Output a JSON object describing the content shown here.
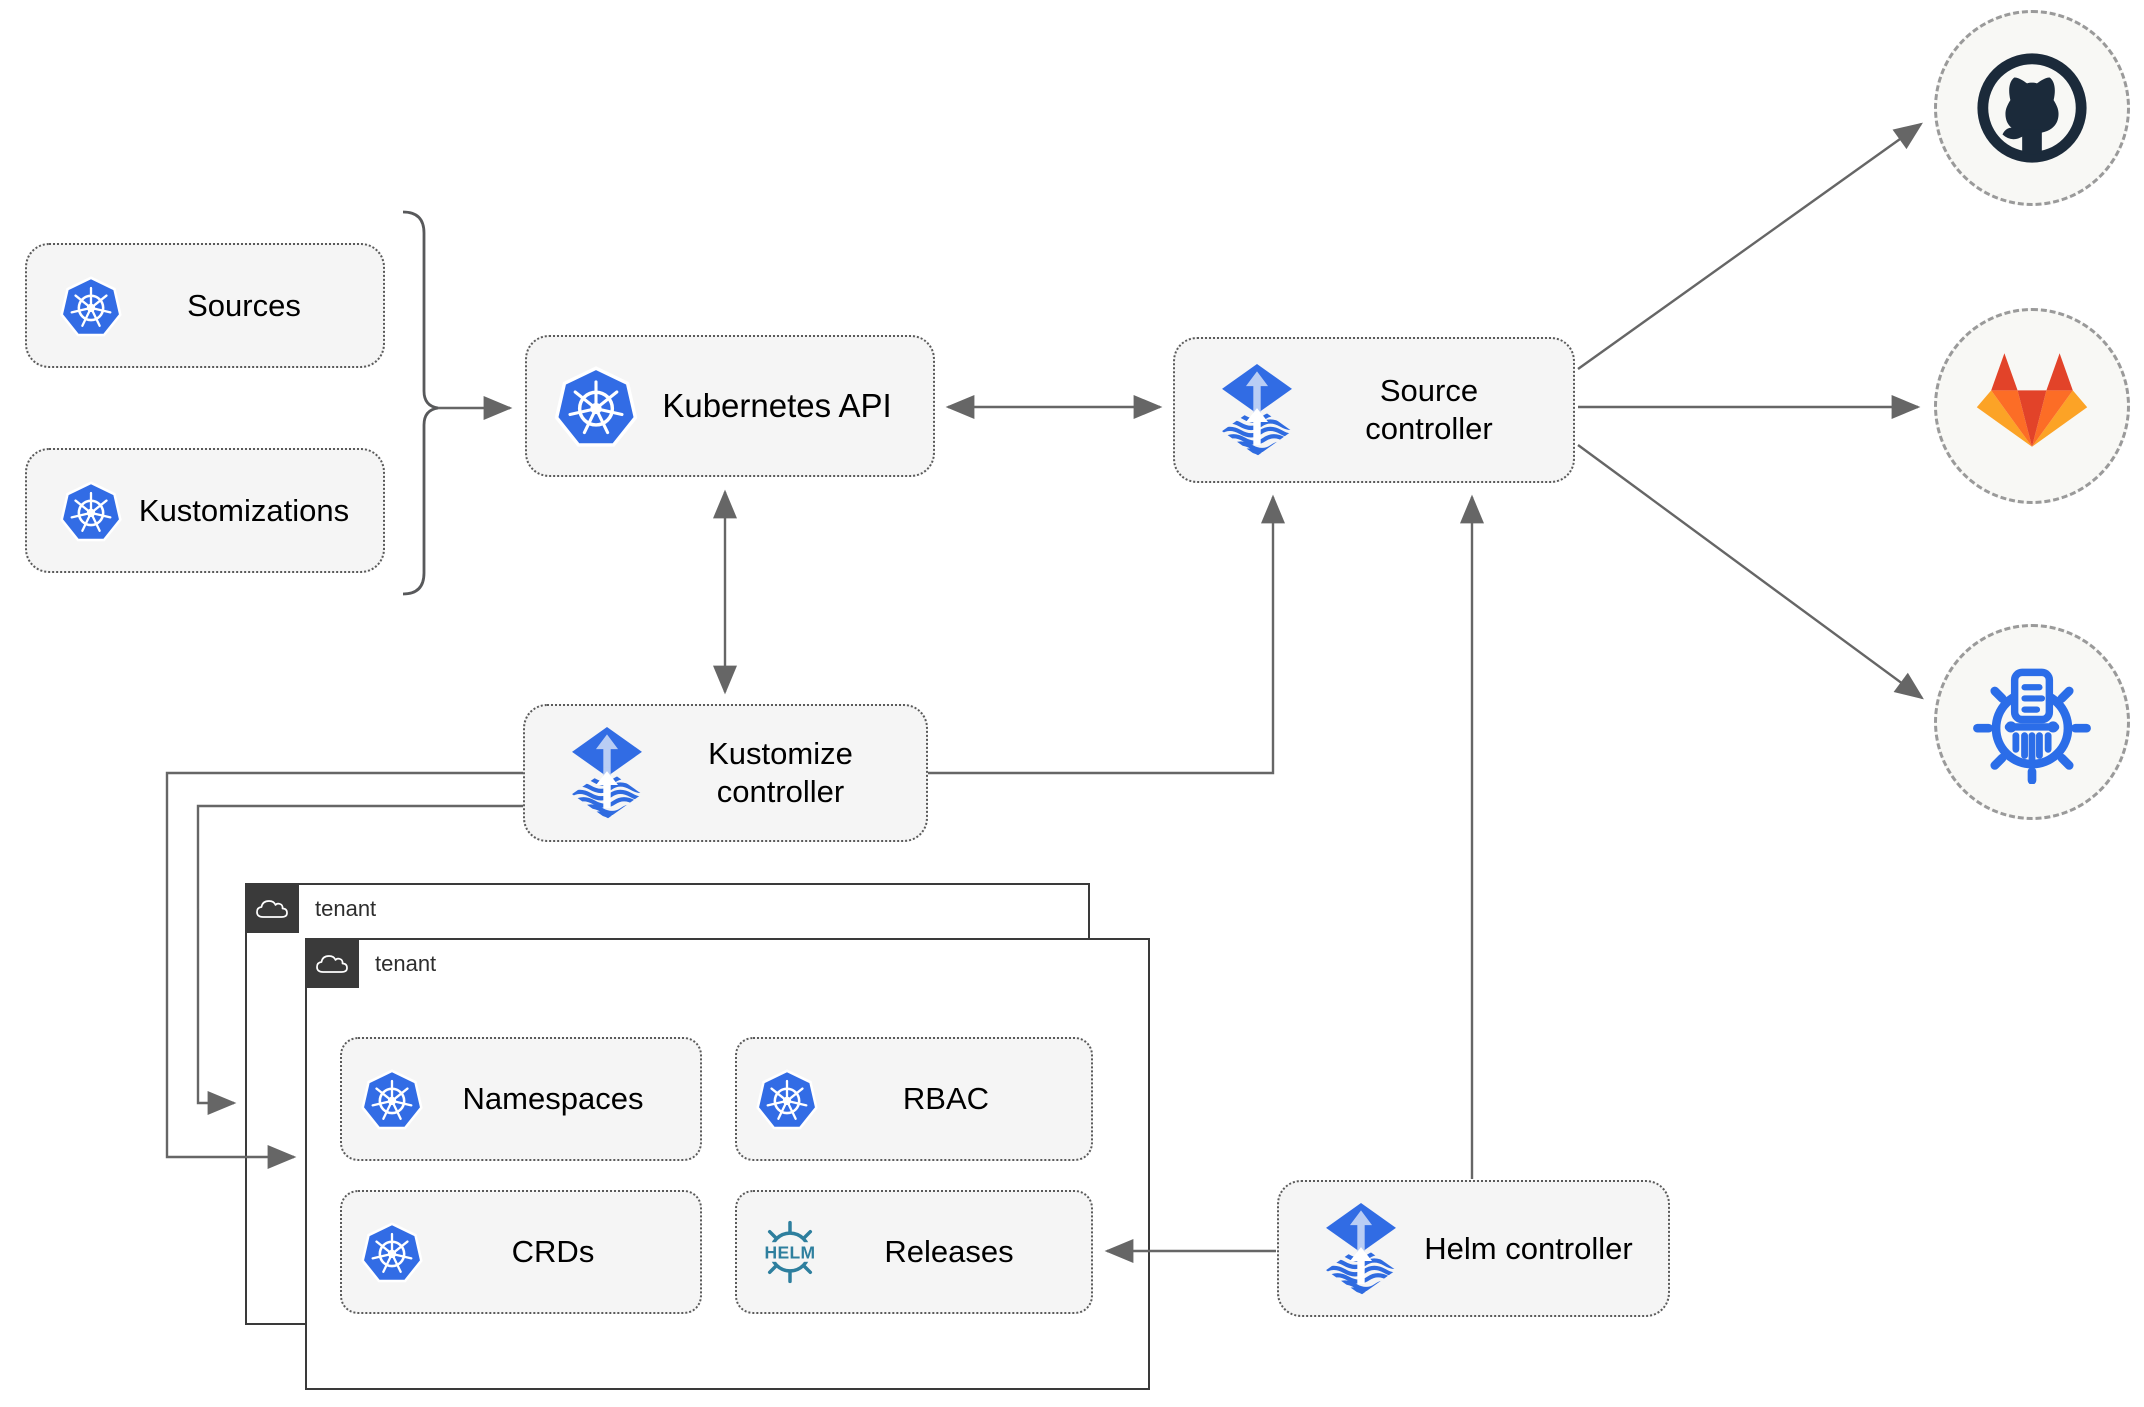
{
  "diagram": {
    "title_hint": "Flux GitOps architecture diagram",
    "resources": {
      "sources": {
        "label": "Sources",
        "icon": "kubernetes-icon"
      },
      "kustomizations": {
        "label": "Kustomizations",
        "icon": "kubernetes-icon"
      }
    },
    "nodes": {
      "kubernetes_api": {
        "label": "Kubernetes API",
        "icon": "kubernetes-icon"
      },
      "source_controller": {
        "label": "Source controller",
        "icon": "flux-icon"
      },
      "kustomize_controller": {
        "label": "Kustomize controller",
        "icon": "flux-icon"
      },
      "helm_controller": {
        "label": "Helm controller",
        "icon": "flux-icon"
      }
    },
    "tenants": {
      "outer": {
        "label": "tenant",
        "icon": "cloud-icon"
      },
      "inner": {
        "label": "tenant",
        "icon": "cloud-icon"
      }
    },
    "tenant_items": {
      "namespaces": {
        "label": "Namespaces",
        "icon": "kubernetes-icon"
      },
      "rbac": {
        "label": "RBAC",
        "icon": "kubernetes-icon"
      },
      "crds": {
        "label": "CRDs",
        "icon": "kubernetes-icon"
      },
      "releases": {
        "label": "Releases",
        "icon": "helm-icon"
      }
    },
    "remotes": {
      "github": {
        "icon": "github-icon"
      },
      "gitlab": {
        "icon": "gitlab-icon"
      },
      "registry": {
        "icon": "registry-icon"
      }
    },
    "colors": {
      "kubernetes_blue": "#326ce5",
      "flux_blue": "#316ce4",
      "flux_light": "#b9cdf4",
      "helm_teal": "#2e7f9e",
      "github_navy": "#1b2a3a",
      "gitlab_red_orange": "#e24329",
      "gitlab_orange": "#fc6d26",
      "gitlab_amber": "#fca326",
      "registry_blue": "#2b6de8",
      "wire_gray": "#666666",
      "tenant_dark": "#3a3a3a",
      "node_fill": "#f5f5f5",
      "remote_fill": "#f8f8f5"
    }
  }
}
